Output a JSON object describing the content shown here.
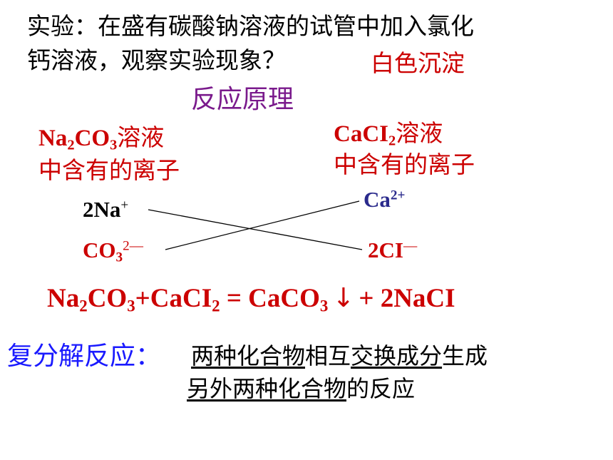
{
  "intro": {
    "line1": "实验：在盛有碳酸钠溶液的试管中加入氯化",
    "line2": "钙溶液，观察实验现象？",
    "result": "白色沉淀"
  },
  "principle_title": "反应原理",
  "left_solution": {
    "formula_pre": "Na",
    "sub1": "2",
    "formula_mid": "CO",
    "sub2": "3",
    "name": "溶液",
    "line2": "中含有的离子"
  },
  "right_solution": {
    "formula_pre": "CaCI",
    "sub1": "2",
    "name": "溶液",
    "line2": "中含有的离子"
  },
  "ions": {
    "na": {
      "base": "2Na",
      "charge": "+"
    },
    "co3": {
      "base": "CO",
      "sub": "3",
      "charge": "2—"
    },
    "ca": {
      "base": "Ca",
      "charge": "2+"
    },
    "cl": {
      "base": "2CI",
      "charge": "—"
    }
  },
  "equation": {
    "p1": "Na",
    "s1": "2",
    "p2": "CO",
    "s2": "3",
    "p3": "+CaCI",
    "s3": "2",
    "p4": " =  CaCO",
    "s4": "3",
    "arrow": "↓",
    "p5": "+ 2NaCI"
  },
  "definition": {
    "label": "复分解反应：",
    "seg1": "两种化合物",
    "seg2": "相互",
    "seg3": "交换成分",
    "seg4": "生成",
    "line2_u": "另外两种化合物",
    "line2_rest": "的反应"
  },
  "colors": {
    "red": "#cc0000",
    "purple": "#7a1a8c",
    "blue": "#1a1aff",
    "navy": "#2a2a8c"
  }
}
